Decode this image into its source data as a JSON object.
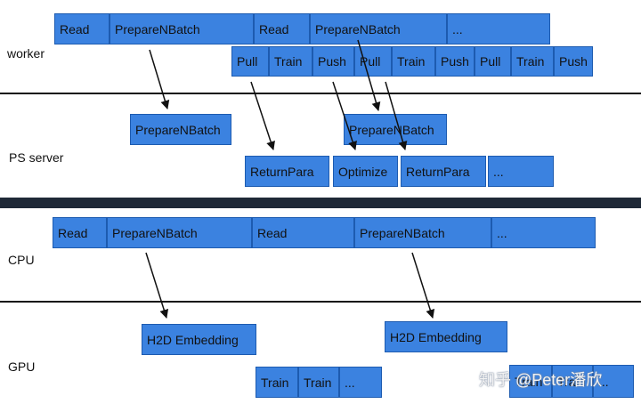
{
  "top": {
    "worker_label": "worker",
    "ps_label": "PS server",
    "worker_row1": [
      "Read",
      "PrepareNBatch",
      "Read",
      "PrepareNBatch",
      "..."
    ],
    "worker_row2": [
      "Pull",
      "Train",
      "Push",
      "Pull",
      "Train",
      "Push",
      "Pull",
      "Train",
      "Push"
    ],
    "ps_row1": [
      "PrepareNBatch",
      "PrepareNBatch"
    ],
    "ps_row2": [
      "ReturnPara",
      "Optimize",
      "ReturnPara",
      "..."
    ]
  },
  "bottom": {
    "cpu_label": "CPU",
    "gpu_label": "GPU",
    "cpu_row": [
      "Read",
      "PrepareNBatch",
      "Read",
      "PrepareNBatch",
      "..."
    ],
    "gpu_row1": [
      "H2D Embedding",
      "H2D Embedding"
    ],
    "gpu_row2": [
      "Train",
      "Train",
      "..."
    ],
    "gpu_row2b": [
      "Train",
      "Train",
      "..."
    ]
  },
  "watermark": "知乎 @Peter潘欣",
  "colors": {
    "box_fill": "#3b82e0",
    "box_border": "#1d5bb0",
    "divider": "#1f2937"
  }
}
